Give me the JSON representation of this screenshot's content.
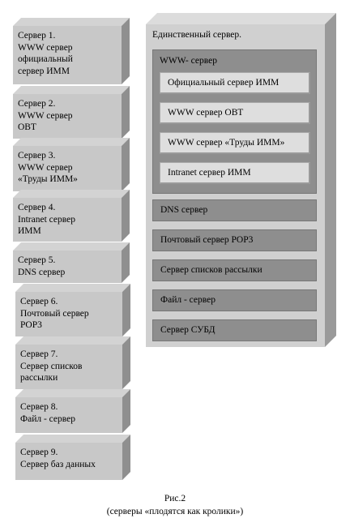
{
  "servers": [
    {
      "label": "Сервер 1.\nWWW сервер\nофициальный\nсервер ИММ"
    },
    {
      "label": "Сервер 2.\nWWW сервер\nОВТ"
    },
    {
      "label": "Сервер 3.\nWWW сервер\n«Труды ИММ»"
    },
    {
      "label": "Сервер 4.\nIntranet сервер\nИММ"
    },
    {
      "label": "Сервер 5.\nDNS сервер"
    },
    {
      "label": "Сервер 6.\nПочтовый сервер\nPOP3"
    },
    {
      "label": "Сервер 7.\nСервер списков\nрассылки"
    },
    {
      "label": "Сервер 8.\nФайл - сервер"
    },
    {
      "label": "Сервер 9.\nСервер баз данных"
    }
  ],
  "single_server": {
    "title": "Единственный сервер.",
    "www_group": {
      "title": "WWW- сервер",
      "items": [
        "Официальный сервер ИММ",
        "WWW сервер ОВТ",
        "WWW сервер «Труды ИММ»",
        "Intranet сервер ИММ"
      ]
    },
    "services": [
      "DNS сервер",
      "Почтовый сервер POP3",
      "Сервер списков рассылки",
      "Файл - сервер",
      "Сервер СУБД"
    ]
  },
  "caption": {
    "line1": "Рис.2",
    "line2": "(серверы «плодятся как кролики»)"
  }
}
